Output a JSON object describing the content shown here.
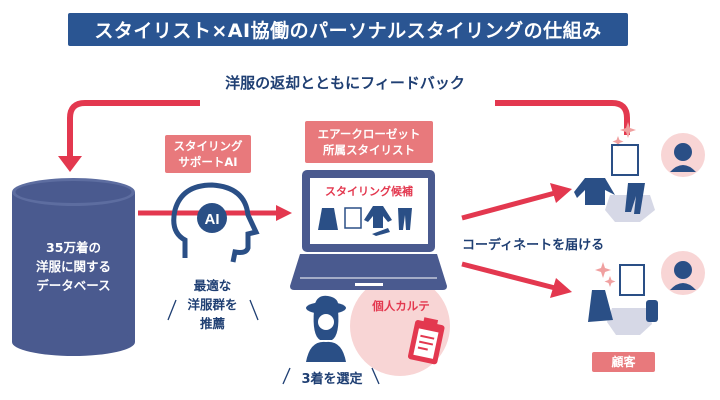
{
  "title": "スタイリスト×AI協働のパーソナルスタイリングの仕組み",
  "feedback_label": "洋服の返却とともにフィードバック",
  "database": {
    "lines": [
      "35万着の",
      "洋服に関する",
      "データベース"
    ]
  },
  "ai_support": {
    "label_lines": [
      "スタイリング",
      "サポートAI"
    ],
    "icon_text": "AI"
  },
  "recommend": {
    "lines": [
      "最適な",
      "洋服群を",
      "推薦"
    ]
  },
  "stylist": {
    "label_lines": [
      "エアークローゼット",
      "所属スタイリスト"
    ],
    "screen_title": "スタイリング候補",
    "select_label": "3着を選定"
  },
  "karte_label": "個人カルテ",
  "deliver_label": "コーディネートを届ける",
  "customer_label": "顧客",
  "colors": {
    "navy": "#2a5592",
    "text": "#1f3f73",
    "red": "#e3384f",
    "pink": "#e8797c",
    "light_pink": "#f8d5d5",
    "slate": "#4a5a8f"
  }
}
